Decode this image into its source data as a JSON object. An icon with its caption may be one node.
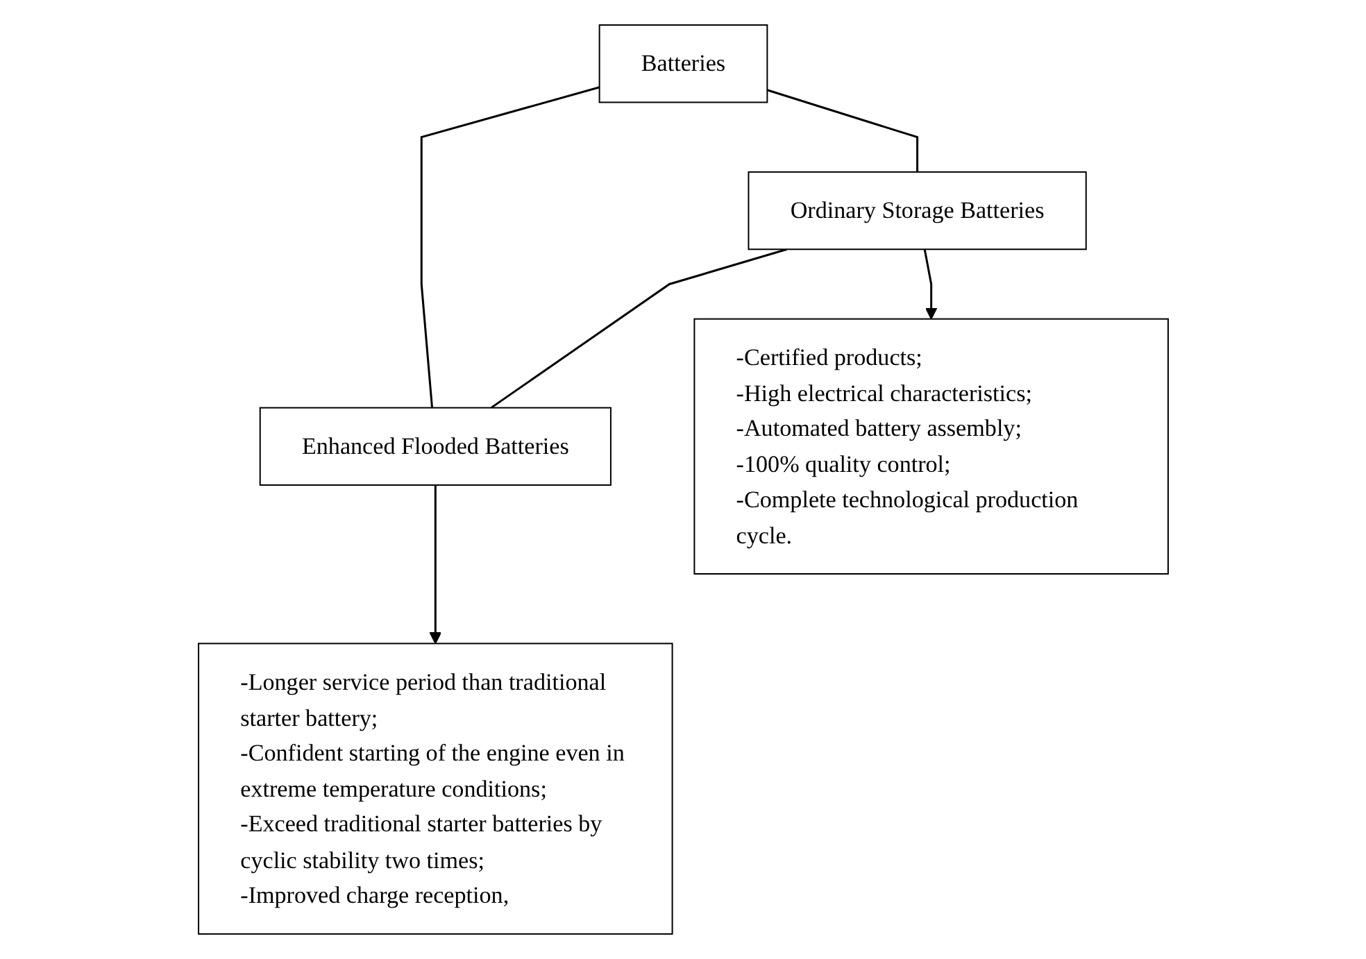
{
  "diagram": {
    "nodes": [
      {
        "text": [
          "Batteries"
        ]
      },
      {
        "text": [
          "Ordinary Storage Batteries"
        ]
      },
      {
        "text": [
          "Enhanced Flooded Batteries"
        ]
      },
      {
        "text": [
          "-Certified products;",
          "-High electrical characteristics;",
          "-Automated battery assembly;",
          "-100% quality control;",
          "-Complete technological production cycle."
        ]
      },
      {
        "text": [
          "-Longer service period than traditional starter battery;",
          "-Confident starting of the engine even in extreme temperature conditions;",
          "-Exceed traditional starter batteries by cyclic stability two times;",
          "-Improved charge reception,"
        ]
      }
    ],
    "edges": [
      {
        "from": 0,
        "to": 1,
        "arrow": "none"
      },
      {
        "from": 0,
        "to": 2,
        "arrow": "none"
      },
      {
        "from": 1,
        "to": 2,
        "arrow": "none"
      },
      {
        "from": 1,
        "to": 3,
        "arrow": "to"
      },
      {
        "from": 2,
        "to": 4,
        "arrow": "to"
      }
    ]
  }
}
